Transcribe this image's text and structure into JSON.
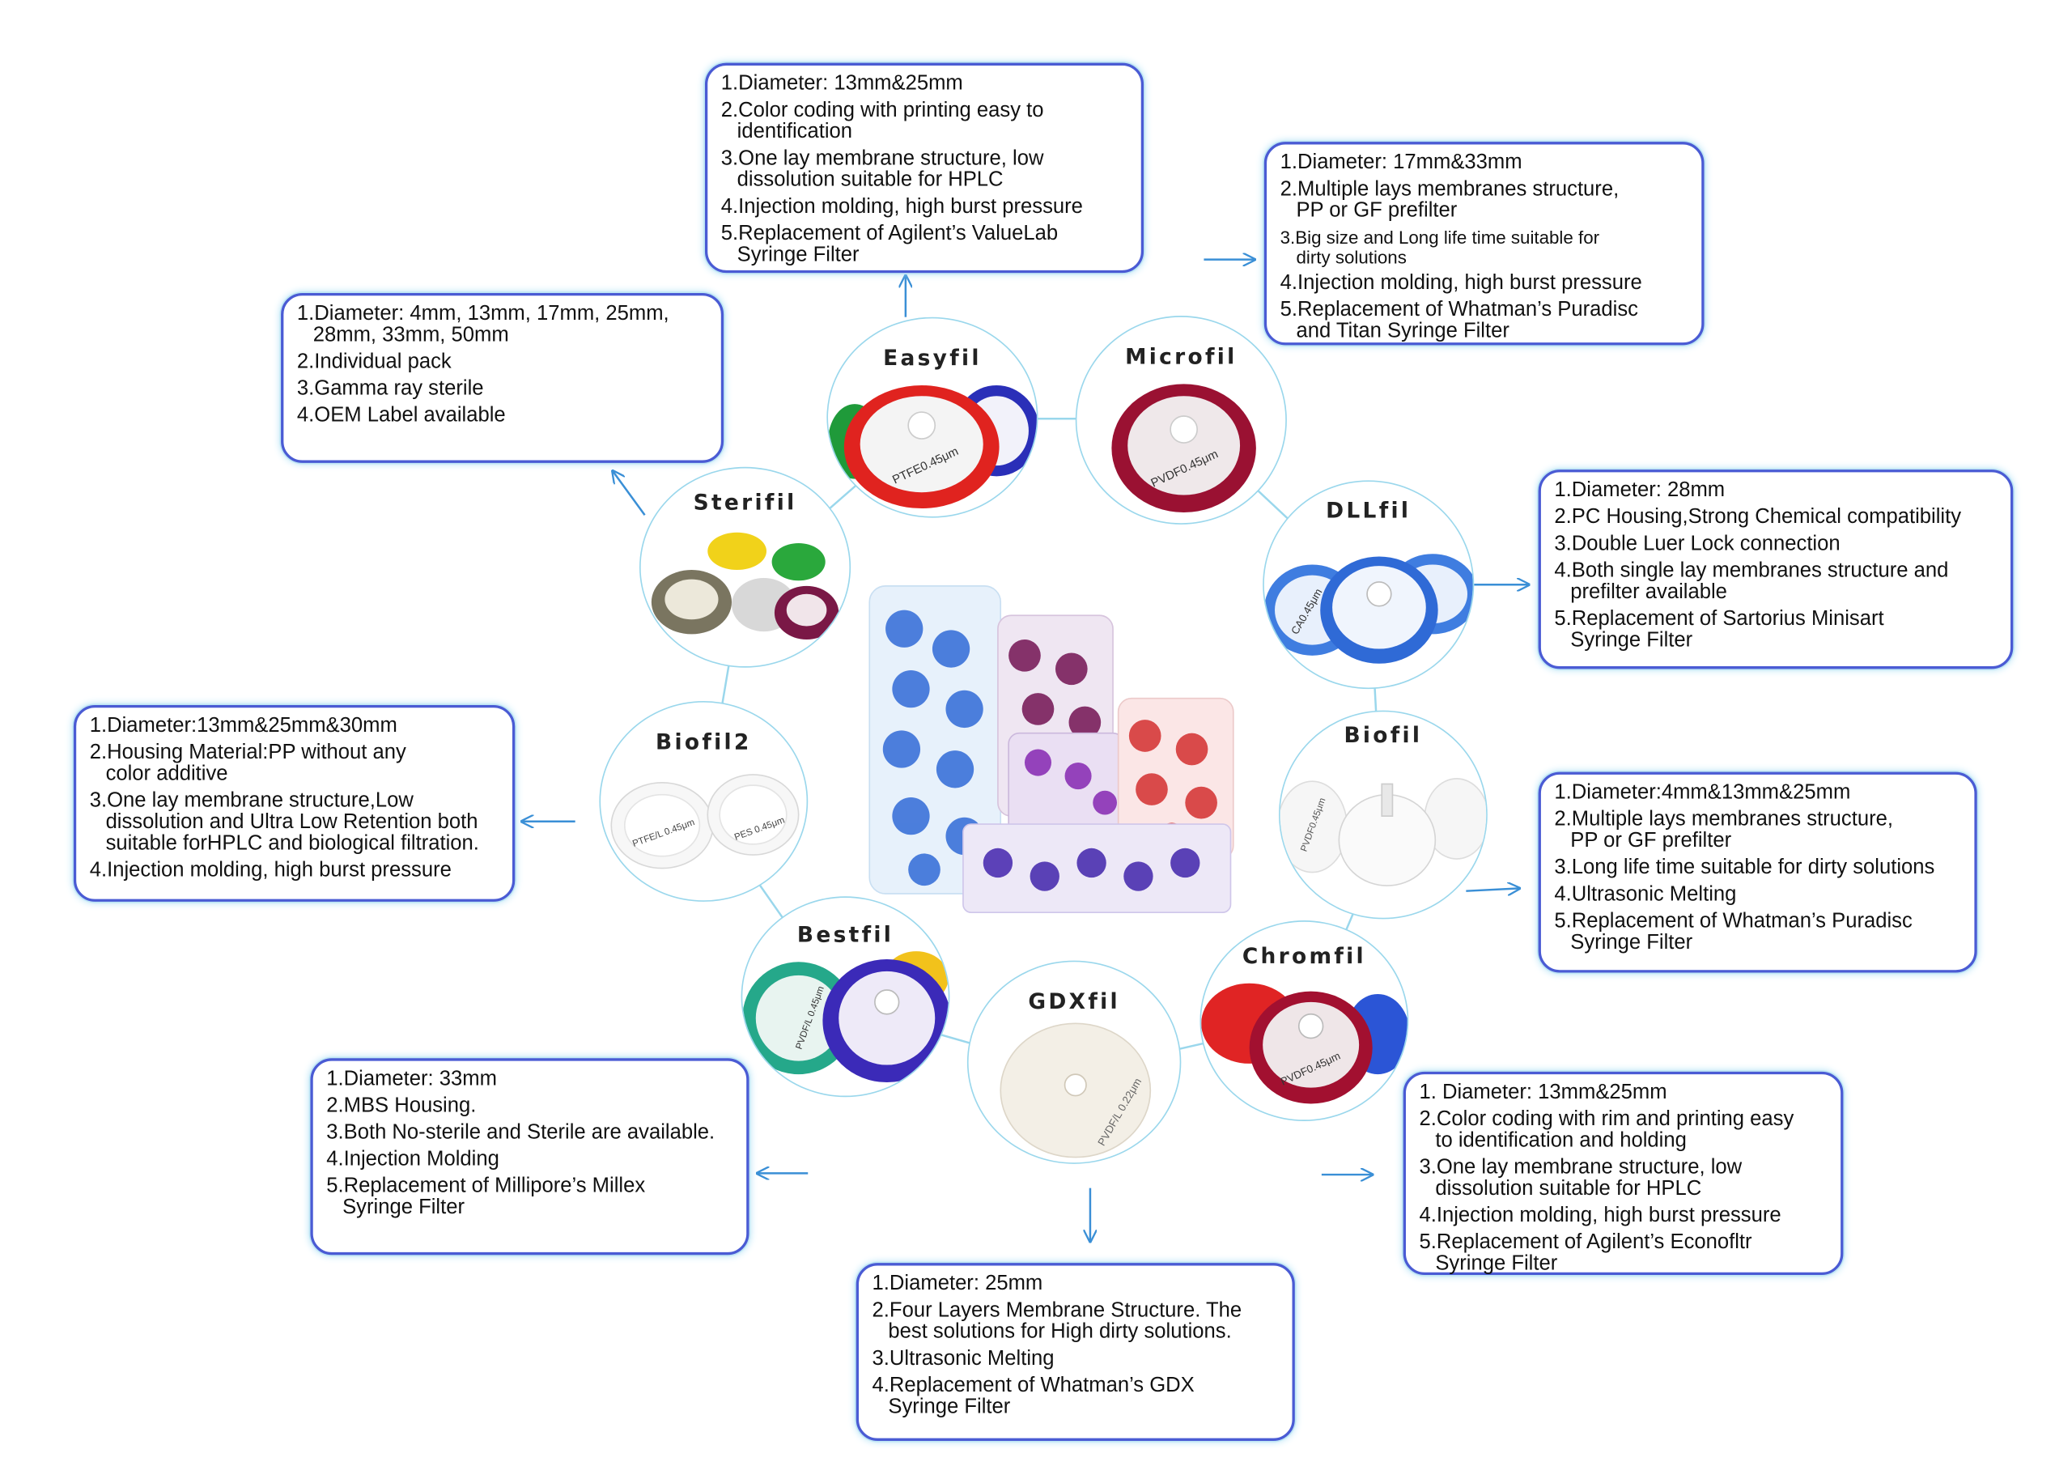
{
  "products": [
    {
      "key": "easyfil",
      "name": "Easyfil",
      "print": "PTFE0.45μm",
      "features": [
        "1.Diameter: 13mm&25mm",
        "2.Color coding with printing easy to\nidentification",
        "3.One lay membrane structure, low\ndissolution suitable for HPLC",
        "4.Injection molding, high burst pressure",
        "5.Replacement of Agilent’s ValueLab\nSyringe Filter"
      ]
    },
    {
      "key": "microfil",
      "name": "Microfil",
      "print": "PVDF0.45μm",
      "features": [
        "1.Diameter: 17mm&33mm",
        "2.Multiple lays membranes structure,\nPP or GF prefilter",
        "3.Big size and Long life time suitable for\ndirty solutions",
        "4.Injection molding, high burst pressure",
        "5.Replacement of Whatman’s Puradisc\nand Titan Syringe Filter"
      ]
    },
    {
      "key": "dllfil",
      "name": "DLLfil",
      "print": "CA0.45μm",
      "features": [
        "1.Diameter: 28mm",
        "2.PC Housing,Strong Chemical compatibility",
        "3.Double Luer Lock connection",
        "4.Both single lay membranes structure and\nprefilter available",
        "5.Replacement of Sartorius Minisart\nSyringe Filter"
      ]
    },
    {
      "key": "biofil",
      "name": "Biofil",
      "print": "PVDF0.45μm",
      "features": [
        "1.Diameter:4mm&13mm&25mm",
        "2.Multiple lays membranes structure,\nPP or GF prefilter",
        "3.Long life time suitable for dirty solutions",
        "4.Ultrasonic Melting",
        "5.Replacement of Whatman’s Puradisc\nSyringe Filter"
      ]
    },
    {
      "key": "chromfil",
      "name": "Chromfil",
      "print": "PVDF0.45μm",
      "features": [
        "1. Diameter: 13mm&25mm",
        "2.Color coding with rim and printing easy\nto identification and holding",
        "3.One lay membrane structure, low\ndissolution suitable for HPLC",
        "4.Injection molding, high burst pressure",
        "5.Replacement of Agilent’s Econofltr\nSyringe Filter"
      ]
    },
    {
      "key": "gdxfil",
      "name": "GDXfil",
      "print": "PVDF/L 0.22μm",
      "features": [
        "1.Diameter: 25mm",
        "2.Four Layers Membrane Structure. The\nbest solutions for High dirty solutions.",
        "3.Ultrasonic Melting",
        "4.Replacement of Whatman’s GDX\nSyringe Filter"
      ]
    },
    {
      "key": "bestfil",
      "name": "Bestfil",
      "print": "PVDF/L 0.45μm",
      "features": [
        "1.Diameter: 33mm",
        "2.MBS Housing.",
        "3.Both No-sterile and Sterile are available.",
        "4.Injection Molding",
        "5.Replacement of Millipore’s Millex\nSyringe Filter"
      ]
    },
    {
      "key": "biofil2",
      "name": "Biofil2",
      "print": "PTFE/L 0.45μm",
      "print2": "PES 0.45μm",
      "features": [
        "1.Diameter:13mm&25mm&30mm",
        "2.Housing Material:PP without any\ncolor additive",
        "3.One lay membrane structure,Low\ndissolution and Ultra Low Retention both\nsuitable forHPLC and biological filtration.",
        "4.Injection molding, high burst pressure"
      ]
    },
    {
      "key": "sterifil",
      "name": "Sterifil",
      "features": [
        "1.Diameter: 4mm, 13mm, 17mm, 25mm,\n28mm, 33mm, 50mm",
        "2.Individual pack",
        "3.Gamma ray sterile",
        "4.OEM Label available"
      ]
    }
  ],
  "colors": {
    "box_border": "#4a5bd4",
    "box_glow": "#9fdaf2",
    "arrow": "#3a8fd6",
    "node_border": "#9ad7ec"
  }
}
